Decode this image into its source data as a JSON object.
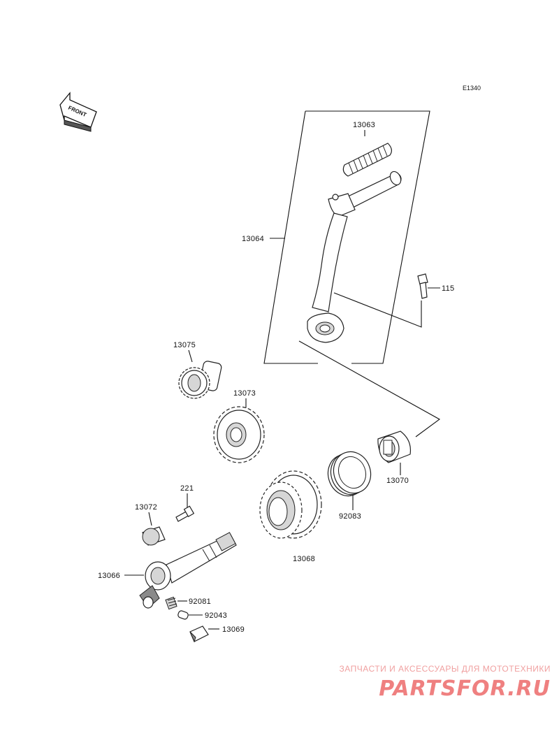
{
  "diagram": {
    "code": "E1340",
    "front_label": "FRONT",
    "parts": [
      {
        "id": "p13063",
        "label": "13063"
      },
      {
        "id": "p13064",
        "label": "13064"
      },
      {
        "id": "p115",
        "label": "115"
      },
      {
        "id": "p13075",
        "label": "13075"
      },
      {
        "id": "p13073",
        "label": "13073"
      },
      {
        "id": "p13070",
        "label": "13070"
      },
      {
        "id": "p92083",
        "label": "92083"
      },
      {
        "id": "p221",
        "label": "221"
      },
      {
        "id": "p13072",
        "label": "13072"
      },
      {
        "id": "p13068",
        "label": "13068"
      },
      {
        "id": "p13066",
        "label": "13066"
      },
      {
        "id": "p92081",
        "label": "92081"
      },
      {
        "id": "p92043",
        "label": "92043"
      },
      {
        "id": "p13069",
        "label": "13069"
      }
    ]
  },
  "watermark": {
    "tagline": "ЗАПЧАСТИ И АКСЕССУАРЫ ДЛЯ МОТОТЕХНИКИ",
    "logo": "PARTSFOR.RU"
  }
}
